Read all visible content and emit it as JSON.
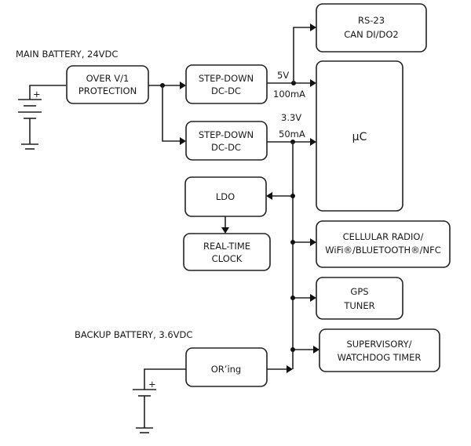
{
  "diagram": {
    "labels": {
      "main_battery": "MAIN BATTERY, 24VDC",
      "backup_battery": "BACKUP BATTERY, 3.6VDC",
      "v5": "5V",
      "i100": "100mA",
      "v33": "3.3V",
      "i50": "50mA",
      "plus": "+",
      "minus": "–"
    },
    "blocks": {
      "protection": [
        "OVER V/1",
        "PROTECTION"
      ],
      "stepdown1": [
        "STEP-DOWN",
        "DC-DC"
      ],
      "stepdown2": [
        "STEP-DOWN",
        "DC-DC"
      ],
      "rs": [
        "RS-23",
        "CAN DI/DO2"
      ],
      "uc": [
        "µC"
      ],
      "ldo": [
        "LDO"
      ],
      "rtc": [
        "REAL-TIME",
        "CLOCK"
      ],
      "cellular": [
        "CELLULAR RADIO/",
        "WiFi®/BLUETOOTH®/NFC"
      ],
      "gps": [
        "GPS",
        "TUNER"
      ],
      "supervisory": [
        "SUPERVISORY/",
        "WATCHDOG TIMER"
      ],
      "oring": [
        "OR’ing"
      ]
    }
  }
}
